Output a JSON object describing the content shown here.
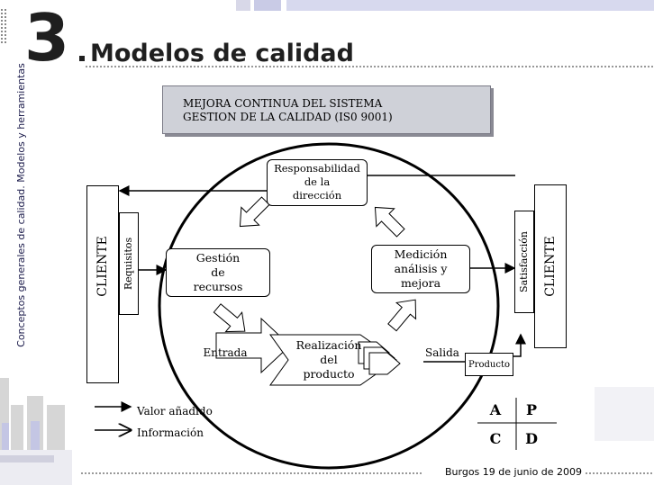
{
  "header": {
    "number": "3",
    "title": "Modelos de calidad"
  },
  "sidebar_label": "Conceptos generales de calidad. Modelos y herramientas",
  "banner": {
    "line1": "MEJORA CONTINUA DEL SISTEMA",
    "line2": "GESTION DE LA CALIDAD (IS0  9001)"
  },
  "left": {
    "client": "CLIENTE",
    "requirements": "Requisitos"
  },
  "right": {
    "client": "CLIENTE",
    "satisfaction": "Satisfacción"
  },
  "nodes": {
    "responsibility": [
      "Responsabilidad",
      "de la",
      "dirección"
    ],
    "resources": [
      "Gestión",
      "de",
      "recursos"
    ],
    "measurement": [
      "Medición",
      "análisis y",
      "mejora"
    ],
    "realization": [
      "Realización",
      "del",
      "producto"
    ]
  },
  "flow": {
    "input": "Entrada",
    "output": "Salida",
    "product": "Producto"
  },
  "legend": {
    "value_added": "Valor añadido",
    "information": "Información"
  },
  "pdca": {
    "a": "A",
    "p": "P",
    "c": "C",
    "d": "D"
  },
  "footer": {
    "date": "Burgos 19 de junio  de  2009"
  },
  "colors": {
    "banner": "#cfd1d8",
    "deco_blue": "#c9cbe6",
    "deco_gray": "#bdbdbd"
  }
}
